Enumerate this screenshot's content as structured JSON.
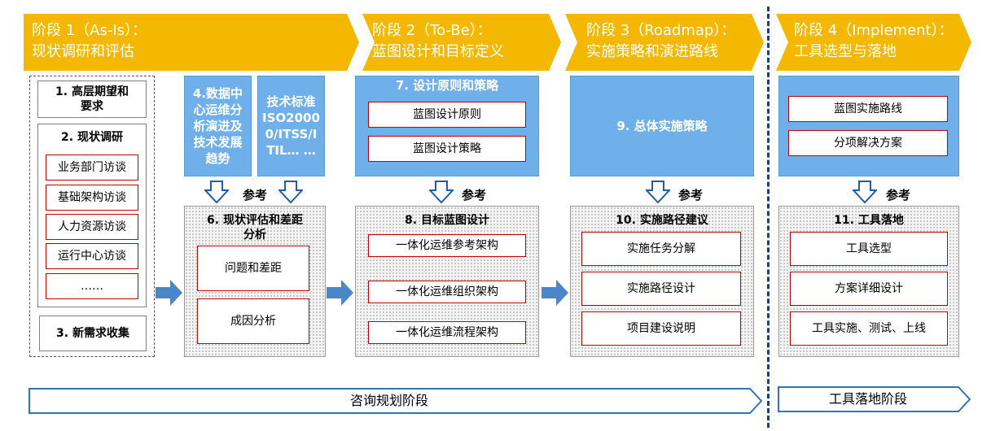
{
  "stages": [
    {
      "line1": "阶段 1（As-Is）：",
      "line2": "现状调研和评估"
    },
    {
      "line1": "阶段 2（To-Be）：",
      "line2": "蓝图设计和目标定义"
    },
    {
      "line1": "阶段 3（Roadmap）：",
      "line2": "实施策略和演进路线"
    },
    {
      "line1": "阶段 4（Implement）：",
      "line2": "工具选型与落地"
    }
  ],
  "col1": {
    "item1": "1. 高层期望和\n要求",
    "item2_title": "2. 现状调研",
    "item2_subs": [
      "业务部门访谈",
      "基础架构访谈",
      "人力资源访谈",
      "运行中心访谈",
      "……"
    ],
    "item3": "3. 新需求收集"
  },
  "col2": {
    "blue_a": "4.数据中\n心运维分\n析演进及\n技术发展\n趋势",
    "blue_b": "技术标准\nISO2000\n0/ITSS/I\nTIL… …",
    "ref": "参考",
    "box_title": "6. 现状评估和差距\n分析",
    "subs": [
      "问题和差距",
      "成因分析"
    ]
  },
  "col3": {
    "blue_title": "7. 设计原则和策略",
    "blue_subs": [
      "蓝图设计原则",
      "蓝图设计策略"
    ],
    "ref": "参考",
    "box_title": "8. 目标蓝图设计",
    "subs": [
      "一体化运维参考架构",
      "一体化运维组织架构",
      "一体化运维流程架构"
    ]
  },
  "col4": {
    "blue_title": "9. 总体实施策略",
    "ref": "参考",
    "box_title": "10. 实施路径建议",
    "subs": [
      "实施任务分解",
      "实施路径设计",
      "项目建设说明"
    ]
  },
  "col5": {
    "blue_subs": [
      "蓝图实施路线",
      "分项解决方案"
    ],
    "ref": "参考",
    "box_title": "11. 工具落地",
    "subs": [
      "工具选型",
      "方案详细设计",
      "工具实施、测试、上线"
    ]
  },
  "phases": {
    "consulting": "咨询规划阶段",
    "tool": "工具落地阶段"
  },
  "colors": {
    "stage_yellow": "#f5b800",
    "blue_panel": "#6fb0ea",
    "arrow_blue": "#4a86c8",
    "sub_border": "#c00000",
    "divider": "#1f3f7a"
  }
}
